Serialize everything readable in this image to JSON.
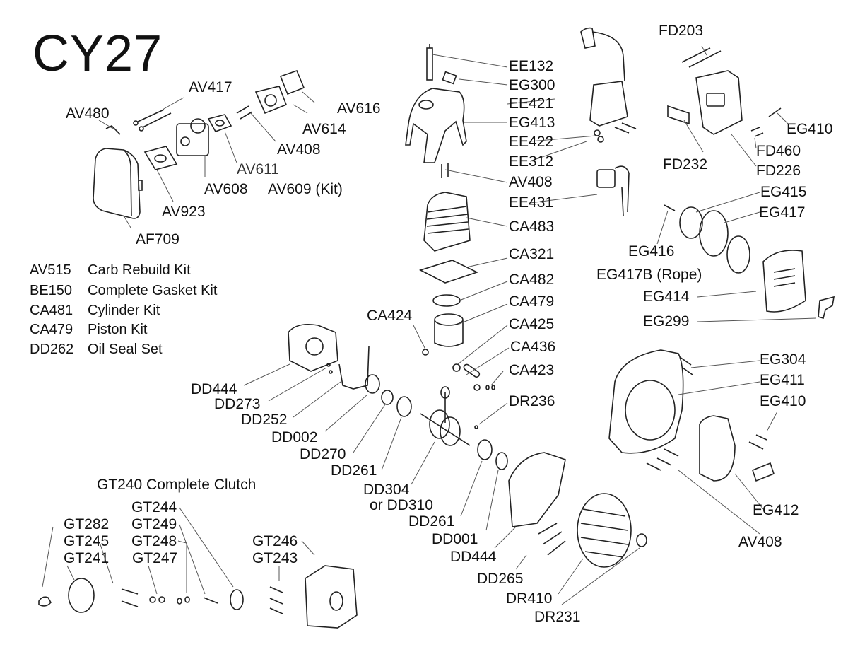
{
  "title": "CY27",
  "kits": [
    {
      "code": "AV515",
      "desc": "Carb Rebuild Kit"
    },
    {
      "code": "BE150",
      "desc": "Complete Gasket Kit"
    },
    {
      "code": "CA481",
      "desc": "Cylinder Kit"
    },
    {
      "code": "CA479",
      "desc": "Piston Kit"
    },
    {
      "code": "DD262",
      "desc": "Oil Seal Set"
    }
  ],
  "clutch_heading": "GT240  Complete Clutch",
  "labels": {
    "av417": "AV417",
    "av480": "AV480",
    "av616": "AV616",
    "av614": "AV614",
    "av408_carb": "AV408",
    "av611": "AV611",
    "av608": "AV608",
    "av609": "AV609 (Kit)",
    "av923": "AV923",
    "af709": "AF709",
    "ee132": "EE132",
    "eg300": "EG300",
    "ee421": "EE421",
    "eg413": "EG413",
    "ee422": "EE422",
    "ee312": "EE312",
    "av408_top": "AV408",
    "ee431": "EE431",
    "ca483": "CA483",
    "ca321": "CA321",
    "ca482": "CA482",
    "ca479": "CA479",
    "ca424": "CA424",
    "ca425": "CA425",
    "ca436": "CA436",
    "ca423": "CA423",
    "dr236": "DR236",
    "fd203": "FD203",
    "eg410_top": "EG410",
    "fd232": "FD232",
    "fd460": "FD460",
    "fd226": "FD226",
    "eg415": "EG415",
    "eg417": "EG417",
    "eg416": "EG416",
    "eg417b": "EG417B (Rope)",
    "eg414": "EG414",
    "eg299": "EG299",
    "eg304": "EG304",
    "eg411": "EG411",
    "eg410_mid": "EG410",
    "eg412": "EG412",
    "av408_bottom": "AV408",
    "dd444_left": "DD444",
    "dd273": "DD273",
    "dd252": "DD252",
    "dd002": "DD002",
    "dd270": "DD270",
    "dd261_left": "DD261",
    "dd304": "DD304",
    "dd310": "or DD310",
    "dd261_right": "DD261",
    "dd001": "DD001",
    "dd444_right": "DD444",
    "dd265": "DD265",
    "dr410": "DR410",
    "dr231": "DR231",
    "gt244": "GT244",
    "gt249": "GT249",
    "gt248": "GT248",
    "gt247": "GT247",
    "gt282": "GT282",
    "gt245": "GT245",
    "gt241": "GT241",
    "gt246": "GT246",
    "gt243": "GT243"
  }
}
